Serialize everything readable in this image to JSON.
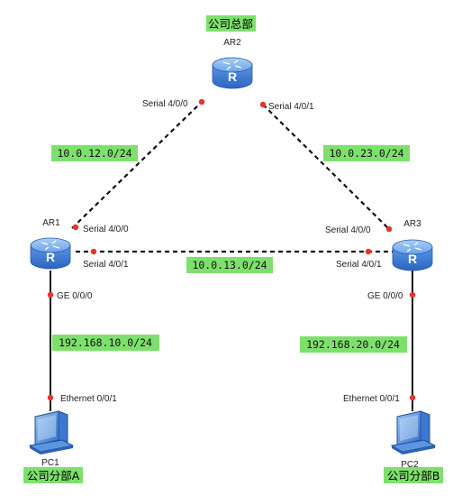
{
  "groups": {
    "headquarters": "公司总部",
    "branch_a": "公司分部A",
    "branch_b": "公司分部B"
  },
  "devices": {
    "ar1": "AR1",
    "ar2": "AR2",
    "ar3": "AR3",
    "pc1": "PC1",
    "pc2": "PC2"
  },
  "ports": {
    "ar2_s400": "Serial 4/0/0",
    "ar2_s401": "Serial 4/0/1",
    "ar1_s400": "Serial 4/0/0",
    "ar1_s401": "Serial 4/0/1",
    "ar3_s400": "Serial 4/0/0",
    "ar3_s401": "Serial 4/0/1",
    "ar1_ge": "GE 0/0/0",
    "ar3_ge": "GE 0/0/0",
    "pc1_eth": "Ethernet 0/0/1",
    "pc2_eth": "Ethernet 0/0/1"
  },
  "networks": {
    "ar1_ar2": "10.0.12.0/24",
    "ar2_ar3": "10.0.23.0/24",
    "ar1_ar3": "10.0.13.0/24",
    "lan_a": "192.168.10.0/24",
    "lan_b": "192.168.20.0/24"
  },
  "colors": {
    "label_bg": "#7ee06c",
    "port_dot": "#e8332a",
    "router_body": "#3f7fd6",
    "router_top": "#7fb4f0",
    "link": "#111111"
  }
}
